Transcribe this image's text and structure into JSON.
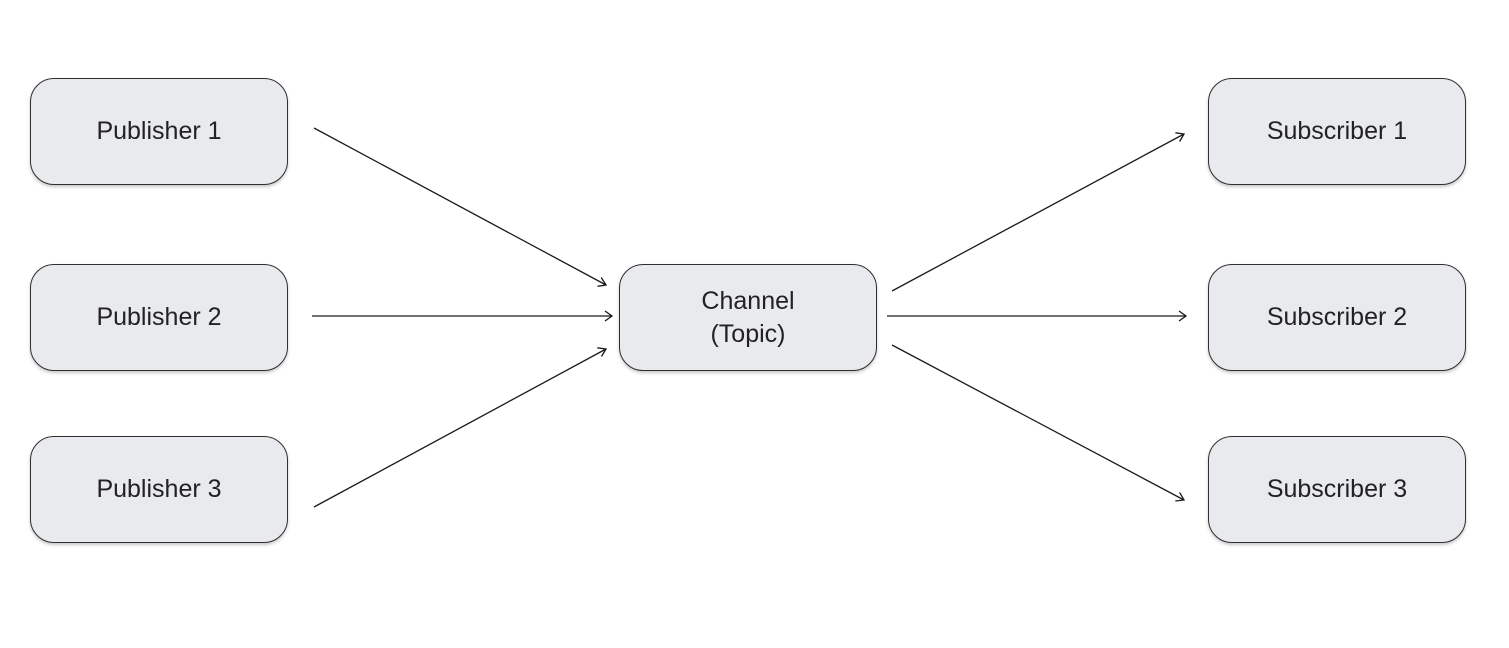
{
  "publishers": [
    {
      "label": "Publisher 1"
    },
    {
      "label": "Publisher 2"
    },
    {
      "label": "Publisher 3"
    }
  ],
  "channel": {
    "line1": "Channel",
    "line2": "(Topic)"
  },
  "subscribers": [
    {
      "label": "Subscriber 1"
    },
    {
      "label": "Subscriber 2"
    },
    {
      "label": "Subscriber 3"
    }
  ],
  "edges": [
    {
      "from": "Publisher 1",
      "to": "Channel (Topic)"
    },
    {
      "from": "Publisher 2",
      "to": "Channel (Topic)"
    },
    {
      "from": "Publisher 3",
      "to": "Channel (Topic)"
    },
    {
      "from": "Channel (Topic)",
      "to": "Subscriber 1"
    },
    {
      "from": "Channel (Topic)",
      "to": "Subscriber 2"
    },
    {
      "from": "Channel (Topic)",
      "to": "Subscriber 3"
    }
  ],
  "colors": {
    "node_fill": "#e8eaee",
    "node_border": "#2f2f2f",
    "arrow": "#1a1a1a",
    "text": "#222222"
  }
}
